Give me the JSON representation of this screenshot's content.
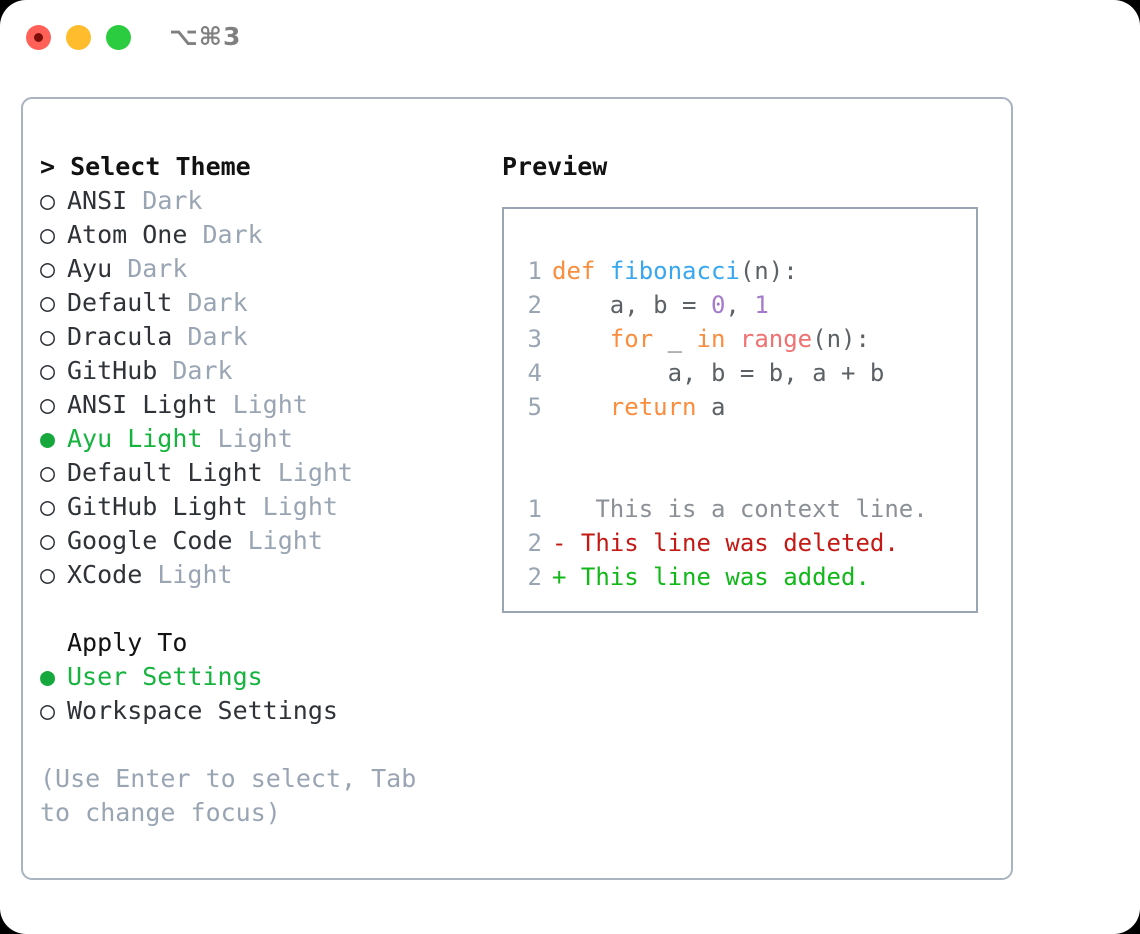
{
  "titlebar": {
    "shortcut": "⌥⌘3",
    "lights": [
      {
        "name": "close",
        "color": "#ff6159"
      },
      {
        "name": "minimize",
        "color": "#ffbd2e"
      },
      {
        "name": "maximize",
        "color": "#2bcc40"
      }
    ]
  },
  "theme_panel": {
    "header": "> Select Theme",
    "selected_theme": "Ayu Light",
    "bullet_selected": "●",
    "bullet_unselected": "○",
    "items": [
      {
        "bullet": "○",
        "label": "ANSI",
        "variant": "Dark",
        "selected": false
      },
      {
        "bullet": "○",
        "label": "Atom One",
        "variant": "Dark",
        "selected": false
      },
      {
        "bullet": "○",
        "label": "Ayu",
        "variant": "Dark",
        "selected": false
      },
      {
        "bullet": "○",
        "label": "Default",
        "variant": "Dark",
        "selected": false
      },
      {
        "bullet": "○",
        "label": "Dracula",
        "variant": "Dark",
        "selected": false
      },
      {
        "bullet": "○",
        "label": "GitHub",
        "variant": "Dark",
        "selected": false
      },
      {
        "bullet": "○",
        "label": "ANSI Light",
        "variant": "Light",
        "selected": false
      },
      {
        "bullet": "●",
        "label": "Ayu Light",
        "variant": "Light",
        "selected": true
      },
      {
        "bullet": "○",
        "label": "Default Light",
        "variant": "Light",
        "selected": false
      },
      {
        "bullet": "○",
        "label": "GitHub Light",
        "variant": "Light",
        "selected": false
      },
      {
        "bullet": "○",
        "label": "Google Code",
        "variant": "Light",
        "selected": false
      },
      {
        "bullet": "○",
        "label": "XCode",
        "variant": "Light",
        "selected": false
      }
    ]
  },
  "apply_to": {
    "header": "Apply To",
    "selected": "User Settings",
    "options": [
      {
        "bullet": "●",
        "label": "User Settings",
        "selected": true
      },
      {
        "bullet": "○",
        "label": "Workspace Settings",
        "selected": false
      }
    ]
  },
  "hint": "(Use Enter to select, Tab to change focus)",
  "preview": {
    "title": "Preview",
    "code_lines": [
      {
        "num": "1",
        "tokens": [
          {
            "t": "def",
            "c": "kw"
          },
          {
            "t": " ",
            "c": "pl"
          },
          {
            "t": "fibonacci",
            "c": "fn"
          },
          {
            "t": "(n):",
            "c": "pl"
          }
        ]
      },
      {
        "num": "2",
        "tokens": [
          {
            "t": "    a, b = ",
            "c": "pl"
          },
          {
            "t": "0",
            "c": "num"
          },
          {
            "t": ", ",
            "c": "pl"
          },
          {
            "t": "1",
            "c": "num"
          }
        ]
      },
      {
        "num": "3",
        "tokens": [
          {
            "t": "    ",
            "c": "pl"
          },
          {
            "t": "for",
            "c": "kw"
          },
          {
            "t": " _ ",
            "c": "pl"
          },
          {
            "t": "in",
            "c": "kw"
          },
          {
            "t": " ",
            "c": "pl"
          },
          {
            "t": "range",
            "c": "bi"
          },
          {
            "t": "(n):",
            "c": "pl"
          }
        ]
      },
      {
        "num": "4",
        "tokens": [
          {
            "t": "        a, b = b, a + b",
            "c": "pl"
          }
        ]
      },
      {
        "num": "5",
        "tokens": [
          {
            "t": "    ",
            "c": "pl"
          },
          {
            "t": "return",
            "c": "kw"
          },
          {
            "t": " a",
            "c": "pl"
          }
        ]
      }
    ],
    "diff_lines": [
      {
        "num": "1",
        "marker": " ",
        "text": "  This is a context line.",
        "kind": "context"
      },
      {
        "num": "2",
        "marker": "-",
        "text": " This line was deleted.",
        "kind": "deleted"
      },
      {
        "num": "2",
        "marker": "+",
        "text": " This line was added.",
        "kind": "added"
      }
    ]
  },
  "colors": {
    "keyword": "#fa8d3e",
    "function": "#37a7f0",
    "number": "#a37acc",
    "builtin": "#f07171",
    "plain": "#5c6166",
    "line_number": "#9aa5b4",
    "diff_context": "#8b9096",
    "diff_deleted": "#c41a16",
    "diff_added": "#12b81a",
    "accent_green": "#16b33f",
    "border": "#aab4c0",
    "muted_text": "#9aa5b4"
  }
}
